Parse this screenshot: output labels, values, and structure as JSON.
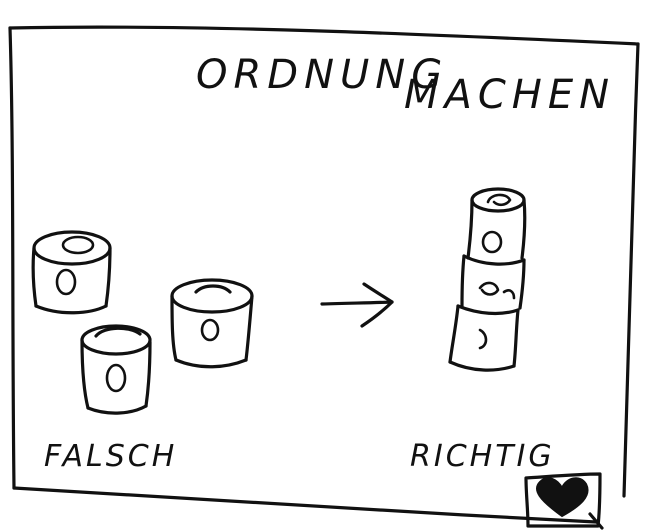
{
  "title_left": "ORDNUNG",
  "title_right": "MACHEN",
  "label_wrong": "FALSCH",
  "label_right": "RICHTIG",
  "colors": {
    "ink": "#111111",
    "paper": "#ffffff"
  },
  "icons": {
    "arrow": "right-arrow-icon",
    "badge": "heart-icon"
  }
}
